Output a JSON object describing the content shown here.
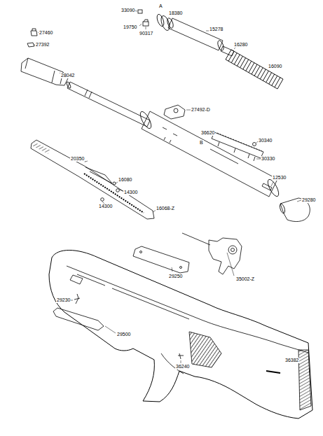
{
  "diagram": {
    "labels": [
      "33090",
      "A",
      "18380",
      "19750",
      "90317",
      "15278",
      "27460",
      "27392",
      "16280",
      "16090",
      "28042",
      "27492-D",
      "36620",
      "B",
      "30340",
      "30330",
      "20350",
      "16080",
      "14300",
      "14300",
      "16068-Z",
      "12530",
      "29280",
      "35002-Z",
      "29250",
      "29230",
      "29500",
      "36382",
      "36240"
    ]
  }
}
